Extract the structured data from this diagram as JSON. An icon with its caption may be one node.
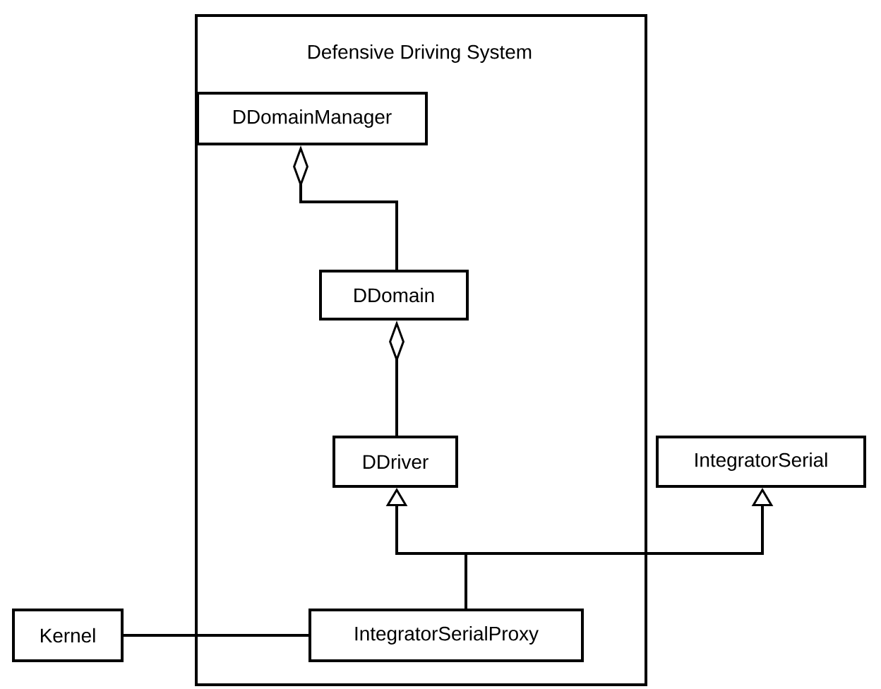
{
  "diagram": {
    "nodes": [
      {
        "text": [
          "Defensive Driving System"
        ]
      },
      {
        "text": [
          "DDomainManager"
        ],
        "in": 0
      },
      {
        "text": [
          "DDomain"
        ],
        "in": 0
      },
      {
        "text": [
          "DDriver"
        ],
        "in": 0
      },
      {
        "text": [
          "IntegratorSerial"
        ]
      },
      {
        "text": [
          "IntegratorSerialProxy"
        ],
        "in": 0
      },
      {
        "text": [
          "Kernel"
        ]
      }
    ],
    "edges": [
      {
        "from": 2,
        "to": 1,
        "arrow": "other"
      },
      {
        "from": 3,
        "to": 2,
        "arrow": "other"
      },
      {
        "from": 5,
        "to": 3,
        "arrow": "to"
      },
      {
        "from": 5,
        "to": 4,
        "arrow": "to"
      },
      {
        "from": 6,
        "to": 5,
        "arrow": "none"
      }
    ]
  }
}
